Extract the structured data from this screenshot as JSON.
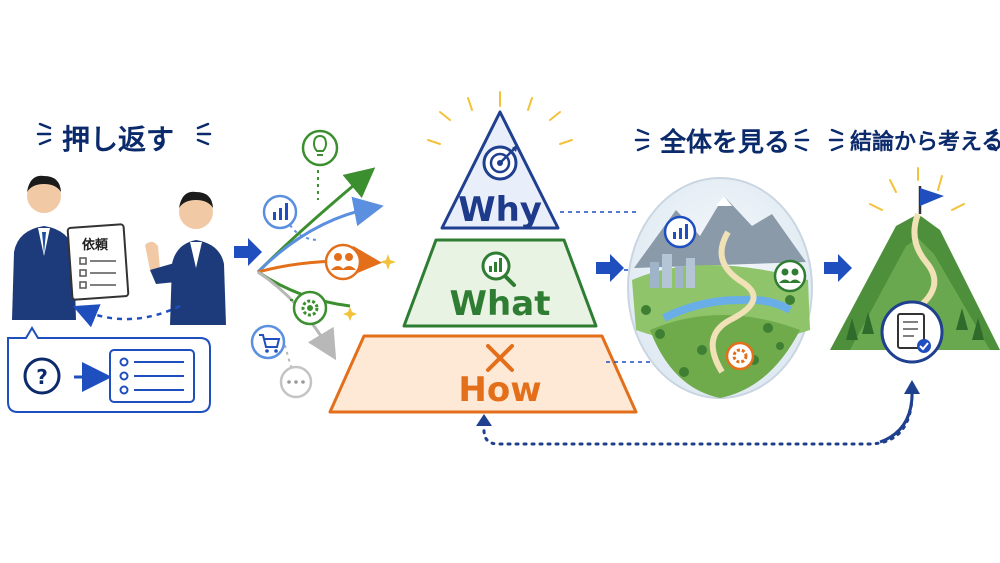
{
  "labels": {
    "push_back": "押し返す",
    "see_whole": "全体を見る",
    "conclusion_first": "結論から考える",
    "request_doc": "依頼"
  },
  "pyramid": {
    "top": "Why",
    "middle": "What",
    "bottom": "How"
  },
  "colors": {
    "navy": "#0b2a6b",
    "blue": "#1f4fbf",
    "green": "#2e7d32",
    "orange": "#e46f1b",
    "why_fill": "#e9eefb",
    "what_fill": "#e8f3e3",
    "how_fill": "#fde9d6"
  },
  "icons": [
    "lightbulb-icon",
    "bar-chart-icon",
    "people-icon",
    "gear-icon",
    "cart-icon",
    "more-icon",
    "target-icon",
    "magnifier-chart-icon",
    "tools-icon",
    "flag-icon",
    "checklist-doc-icon",
    "question-icon"
  ]
}
